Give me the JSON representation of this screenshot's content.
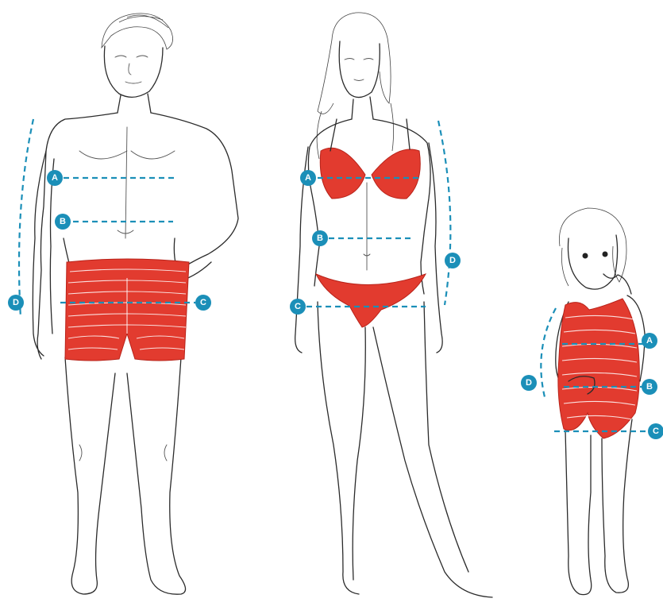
{
  "labels": {
    "chest": "A",
    "waist": "B",
    "hip": "C",
    "height": "D"
  },
  "colors": {
    "measure_line": "#1b8fb8",
    "garment": "#e23b2f",
    "sketch": "#2b2b2b"
  },
  "figures": [
    "man",
    "woman",
    "child"
  ],
  "icons": [
    "male-figure-sketch",
    "female-figure-sketch",
    "child-figure-sketch"
  ]
}
